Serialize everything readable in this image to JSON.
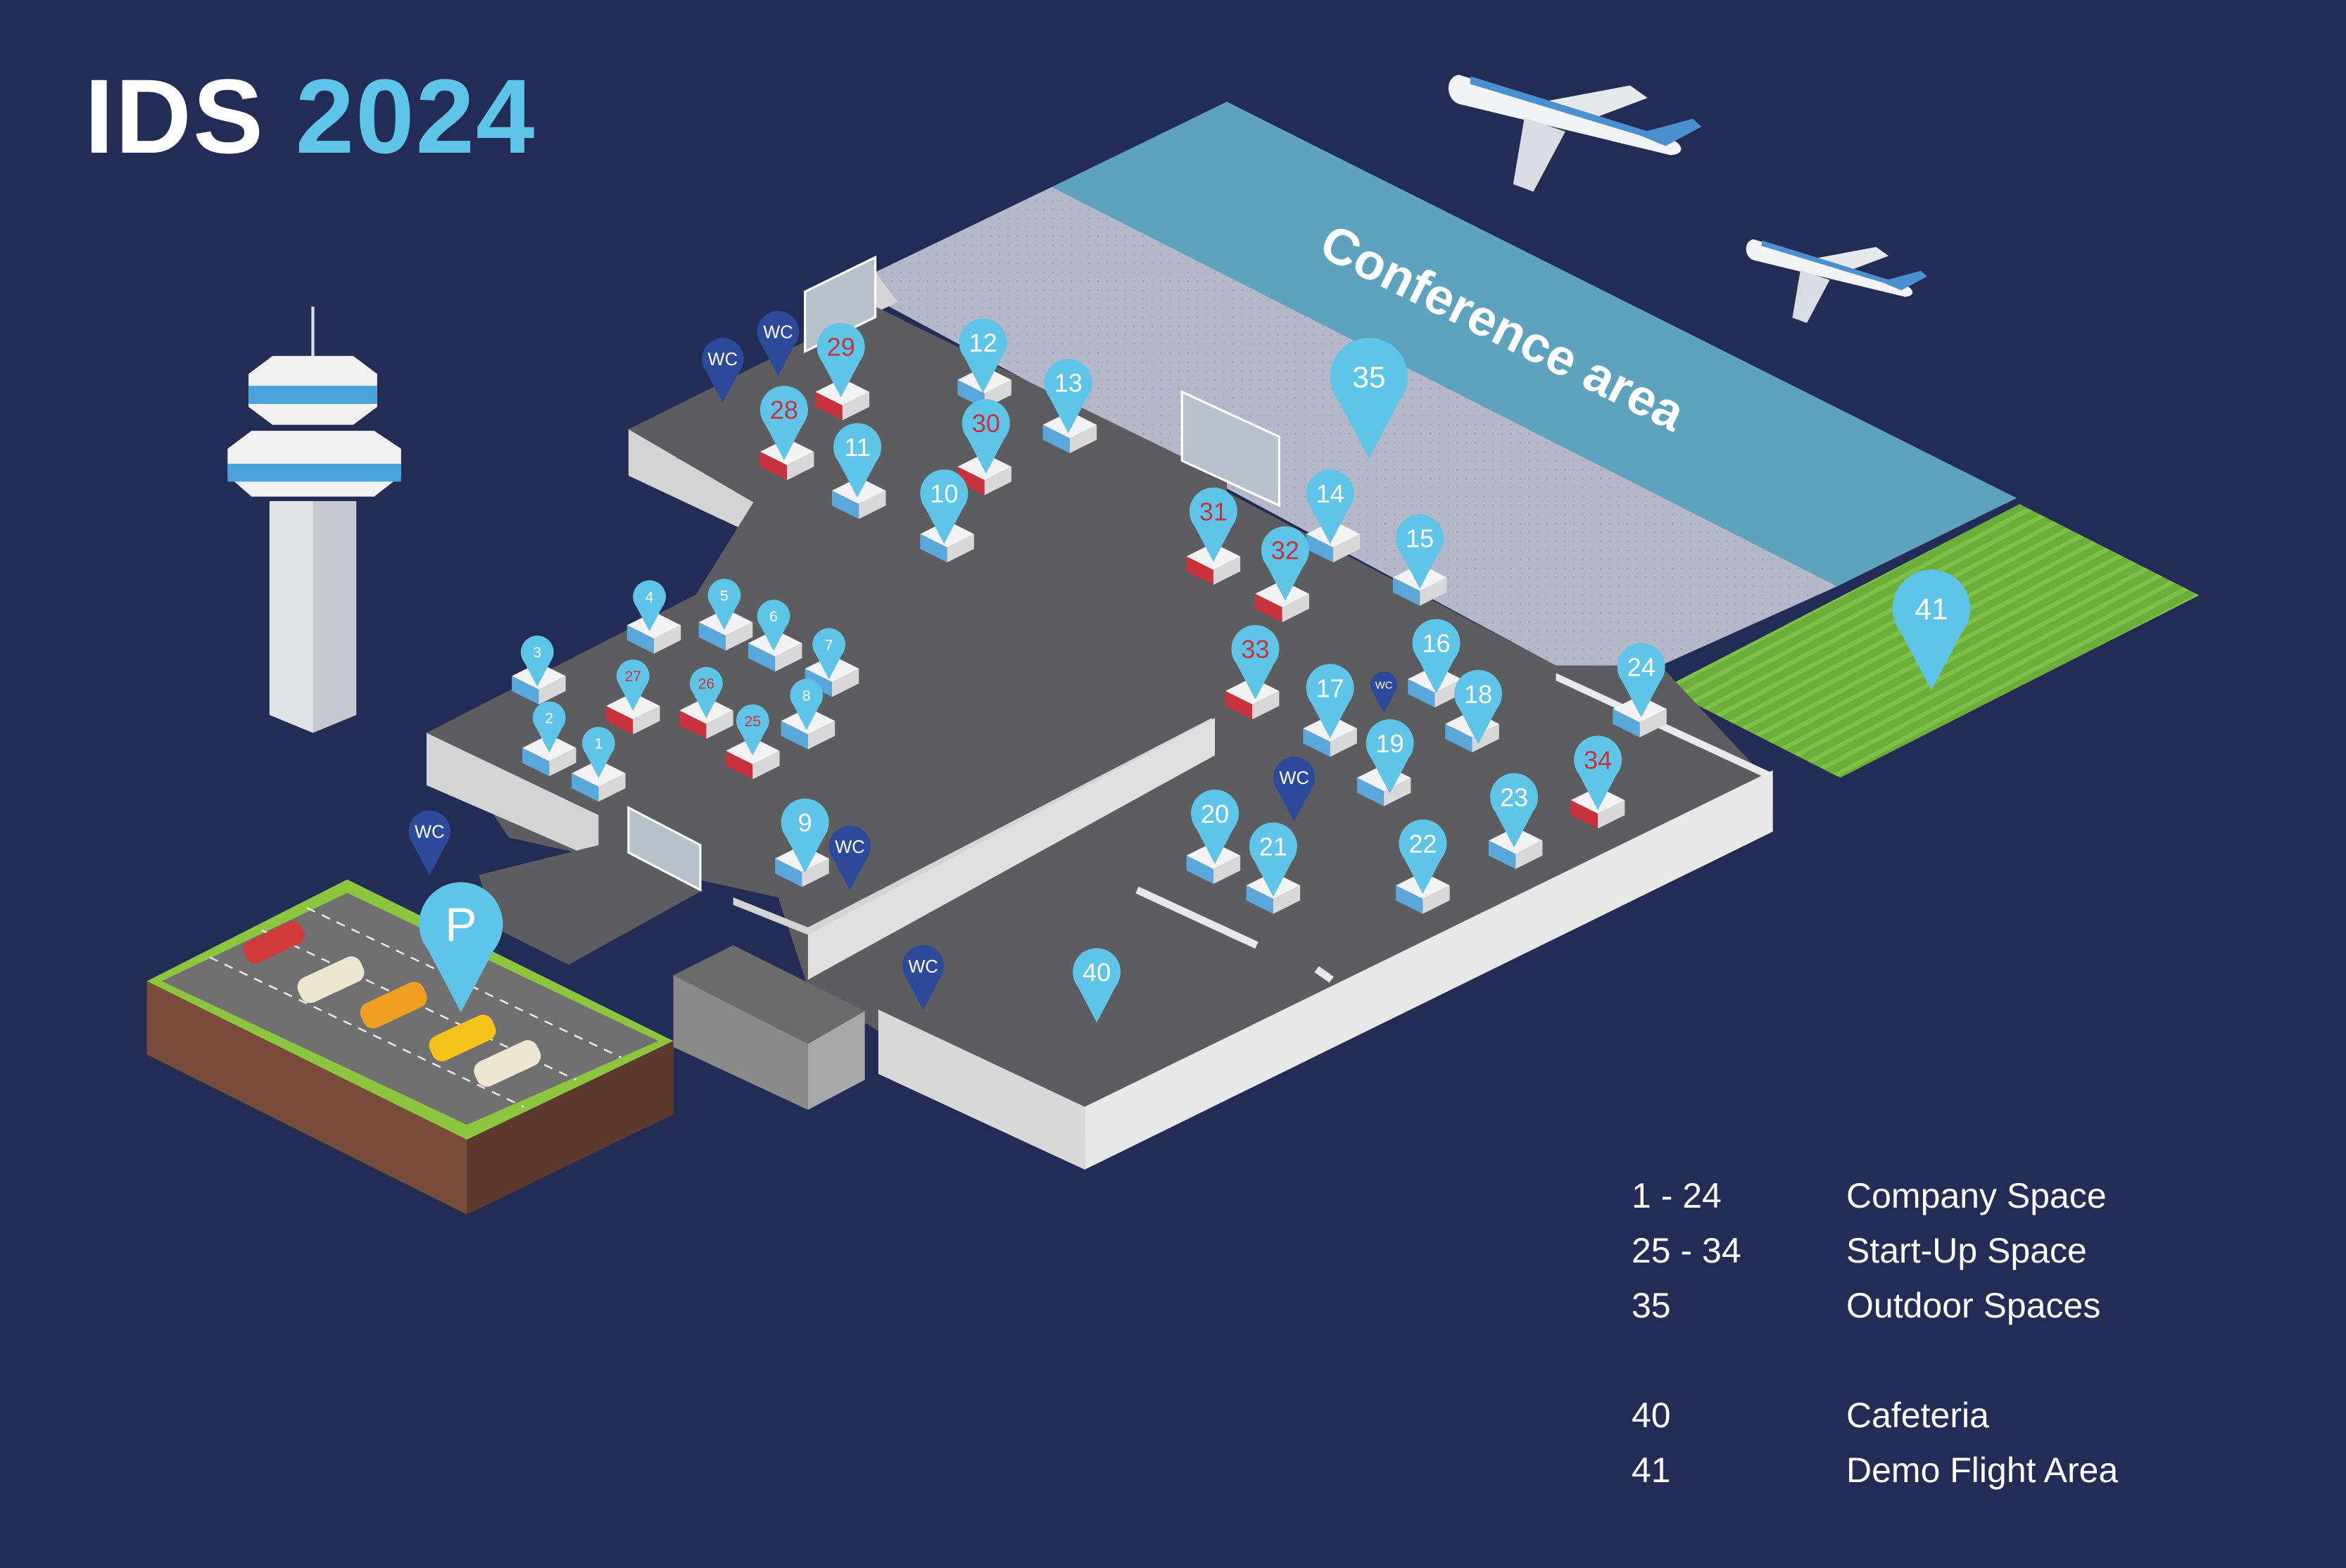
{
  "title": {
    "part1": "IDS",
    "part2": "2024"
  },
  "conference_label": "Conference area",
  "parking_label": "P",
  "wc_label": "WC",
  "colors": {
    "background": "#232c55",
    "accent": "#5ec5e8",
    "startup_red": "#c8323c",
    "wc_dark": "#2d4a9a",
    "floor": "#5d5d5f",
    "conference": "#5ea3bd",
    "outdoor": "#b4b8c8",
    "demo_flight": "#6cae3a"
  },
  "markers": [
    {
      "id": "1",
      "kind": "company"
    },
    {
      "id": "2",
      "kind": "company"
    },
    {
      "id": "3",
      "kind": "company"
    },
    {
      "id": "4",
      "kind": "company"
    },
    {
      "id": "5",
      "kind": "company"
    },
    {
      "id": "6",
      "kind": "company"
    },
    {
      "id": "7",
      "kind": "company"
    },
    {
      "id": "8",
      "kind": "company"
    },
    {
      "id": "9",
      "kind": "company"
    },
    {
      "id": "10",
      "kind": "company"
    },
    {
      "id": "11",
      "kind": "company"
    },
    {
      "id": "12",
      "kind": "company"
    },
    {
      "id": "13",
      "kind": "company"
    },
    {
      "id": "14",
      "kind": "company"
    },
    {
      "id": "15",
      "kind": "company"
    },
    {
      "id": "16",
      "kind": "company"
    },
    {
      "id": "17",
      "kind": "company"
    },
    {
      "id": "18",
      "kind": "company"
    },
    {
      "id": "19",
      "kind": "company"
    },
    {
      "id": "20",
      "kind": "company"
    },
    {
      "id": "21",
      "kind": "company"
    },
    {
      "id": "22",
      "kind": "company"
    },
    {
      "id": "23",
      "kind": "company"
    },
    {
      "id": "24",
      "kind": "company"
    },
    {
      "id": "25",
      "kind": "startup"
    },
    {
      "id": "26",
      "kind": "startup"
    },
    {
      "id": "27",
      "kind": "startup"
    },
    {
      "id": "28",
      "kind": "startup"
    },
    {
      "id": "29",
      "kind": "startup"
    },
    {
      "id": "30",
      "kind": "startup"
    },
    {
      "id": "31",
      "kind": "startup"
    },
    {
      "id": "32",
      "kind": "startup"
    },
    {
      "id": "33",
      "kind": "startup"
    },
    {
      "id": "34",
      "kind": "startup"
    },
    {
      "id": "35",
      "kind": "zone"
    },
    {
      "id": "40",
      "kind": "zone"
    },
    {
      "id": "41",
      "kind": "zone"
    }
  ],
  "legend": [
    {
      "range": "1 - 24",
      "label": "Company Space"
    },
    {
      "range": "25 - 34",
      "label": "Start-Up Space"
    },
    {
      "range": "35",
      "label": "Outdoor Spaces"
    },
    {
      "range": "40",
      "label": "Cafeteria"
    },
    {
      "range": "41",
      "label": "Demo Flight Area"
    }
  ]
}
